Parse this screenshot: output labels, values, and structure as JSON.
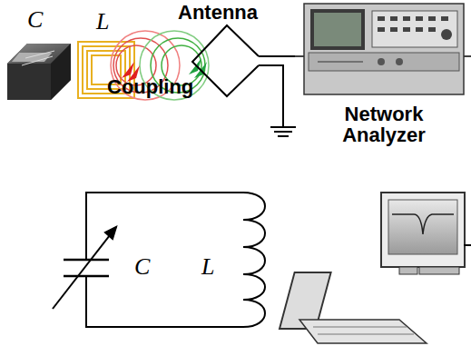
{
  "diagram": {
    "labels": [
      "C",
      "L",
      "Antenna",
      "Coupling",
      "Network Analyzer",
      "C",
      "L"
    ]
  }
}
